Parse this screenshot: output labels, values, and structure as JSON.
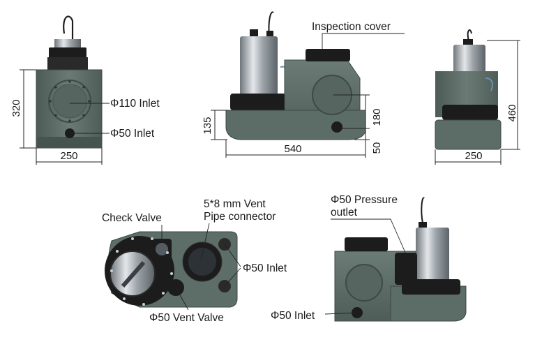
{
  "labels": {
    "inspection_cover": "Inspection cover",
    "inlet_110": "Φ110 Inlet",
    "inlet_50_front": "Φ50 Inlet",
    "check_valve": "Check Valve",
    "vent_connector_line1": "5*8 mm Vent",
    "vent_connector_line2": "Pipe connector",
    "inlet_50_top": "Φ50 Inlet",
    "vent_valve": "Φ50 Vent Valve",
    "pressure_outlet_line1": "Φ50 Pressure",
    "pressure_outlet_line2": "outlet",
    "inlet_50_iso": "Φ50 Inlet"
  },
  "dimensions": {
    "front_height": "320",
    "front_width": "250",
    "side_base_height": "135",
    "side_length": "540",
    "side_inlet_height": "180",
    "side_inlet_low": "50",
    "right_height": "460",
    "right_width": "250"
  },
  "colors": {
    "tank": "#5f6f69",
    "tank_dark": "#46544f",
    "metal": "#b9bec2",
    "black": "#1c1c1c"
  }
}
